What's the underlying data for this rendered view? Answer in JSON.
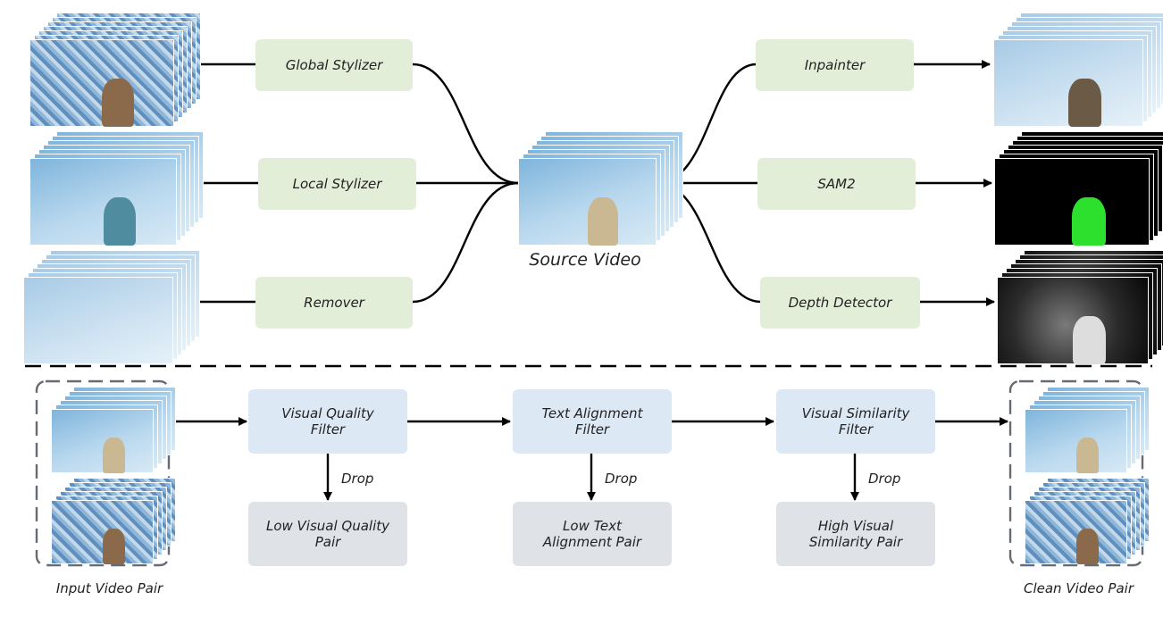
{
  "top": {
    "source_label": "Source Video",
    "left_nodes": [
      {
        "label": "Global Stylizer"
      },
      {
        "label": "Local Stylizer"
      },
      {
        "label": "Remover"
      }
    ],
    "right_nodes": [
      {
        "label": "Inpainter"
      },
      {
        "label": "SAM2"
      },
      {
        "label": "Depth Detector"
      }
    ]
  },
  "bottom": {
    "input_label": "Input Video Pair",
    "output_label": "Clean Video Pair",
    "filters": [
      {
        "label": "Visual Quality\nFilter",
        "drop_label": "Drop",
        "reject_label": "Low Visual Quality\nPair"
      },
      {
        "label": "Text Alignment\nFilter",
        "drop_label": "Drop",
        "reject_label": "Low Text\nAlignment Pair"
      },
      {
        "label": "Visual Similarity\nFilter",
        "drop_label": "Drop",
        "reject_label": "High Visual\nSimilarity Pair"
      }
    ]
  },
  "colors": {
    "op_box": "#e3eed9",
    "filter_box": "#dde8f5",
    "reject_box": "#dfe2e7",
    "arrow": "#000000",
    "dashed": "#666a72"
  }
}
